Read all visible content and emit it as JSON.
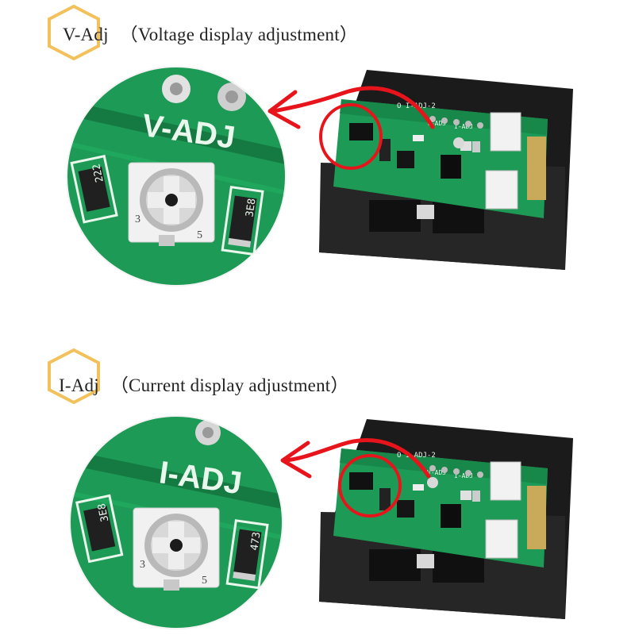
{
  "sections": [
    {
      "label": "V-Adj",
      "description": "Voltage display adjustment",
      "zoom_text": "V-ADJ",
      "resistor_left": "222",
      "resistor_right": "3E8",
      "pot_marks": [
        "3",
        "5"
      ],
      "board_text": "O I-ADJ-2",
      "board_text_2": "V-ADJ",
      "board_text_3": "I-ADJ"
    },
    {
      "label": "I-Adj",
      "description": "Current display adjustment",
      "zoom_text": "I-ADJ",
      "resistor_left": "3E8",
      "resistor_right": "473",
      "pot_marks": [
        "3",
        "5"
      ],
      "board_text": "O I-ADJ-2",
      "board_text_2": "V-ADJ",
      "board_text_3": "I-ADJ"
    }
  ],
  "colors": {
    "hexagon": "#f2c15b",
    "arrow": "#e8141b",
    "pcb": "#1d9a55",
    "pcb_dark": "#0f6b37",
    "case": "#1b1b1b"
  },
  "icons": {
    "hexagon": "hexagon-outline-icon",
    "arrow": "curved-arrow-icon"
  }
}
